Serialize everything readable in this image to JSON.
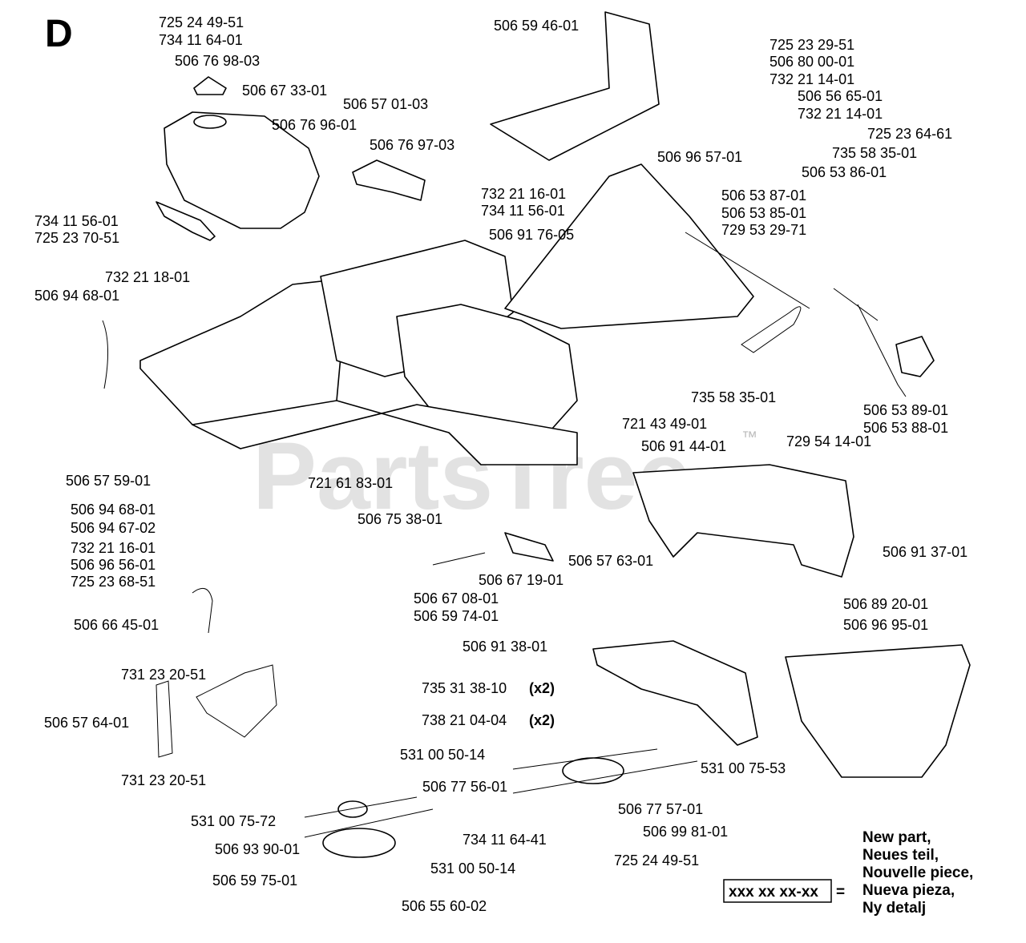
{
  "section_letter": "D",
  "watermark": "PartsTree",
  "trademark": "™",
  "labels": [
    "725 24 49-51",
    "734 11 64-01",
    "506 76 98-03",
    "506 67 33-01",
    "506 76 96-01",
    "506 76 97-03",
    "732 21 16-01",
    "734 11 56-01",
    "734 11 56-01",
    "725 23 70-51",
    "732 21 18-01",
    "506 94 68-01",
    "506 59 46-01",
    "506 57 01-03",
    "725 23 29-51",
    "506 80 00-01",
    "732 21 14-01",
    "506 56 65-01",
    "732 21 14-01",
    "725 23 64-61",
    "735 58 35-01",
    "506 53 86-01",
    "506 96 57-01",
    "506 53 87-01",
    "506 53 85-01",
    "729 53 29-71",
    "506 91 76-05",
    "735 58 35-01",
    "506 53 89-01",
    "506 53 88-01",
    "721 43 49-01",
    "506 91 44-01",
    "729 54 14-01",
    "506 57 59-01",
    "721 61 83-01",
    "506 94 68-01",
    "506 94 67-02",
    "506 75 38-01",
    "732 21 16-01",
    "506 96 56-01",
    "725 23 68-51",
    "506 57 63-01",
    "506 67 19-01",
    "506 67 08-01",
    "506 59 74-01",
    "506 91 37-01",
    "506 66 45-01",
    "506 89 20-01",
    "506 96 95-01",
    "506 91 38-01",
    "735 31 38-10",
    "738 21 04-04",
    "731 23 20-51",
    "506 57 64-01",
    "531 00 50-14",
    "531 00 75-53",
    "506 77 56-01",
    "731 23 20-51",
    "506 77 57-01",
    "531 00 75-72",
    "506 99 81-01",
    "506 93 90-01",
    "734 11 64-41",
    "531 00 50-14",
    "725 24 49-51",
    "506 59 75-01",
    "506 55 60-02"
  ],
  "qty_x2": "(x2)",
  "legend": {
    "code": "xxx xx xx-xx",
    "equals": "=",
    "lines": [
      "New part,",
      "Neues teil,",
      "Nouvelle piece,",
      "Nueva pieza,",
      "Ny detalj"
    ]
  }
}
